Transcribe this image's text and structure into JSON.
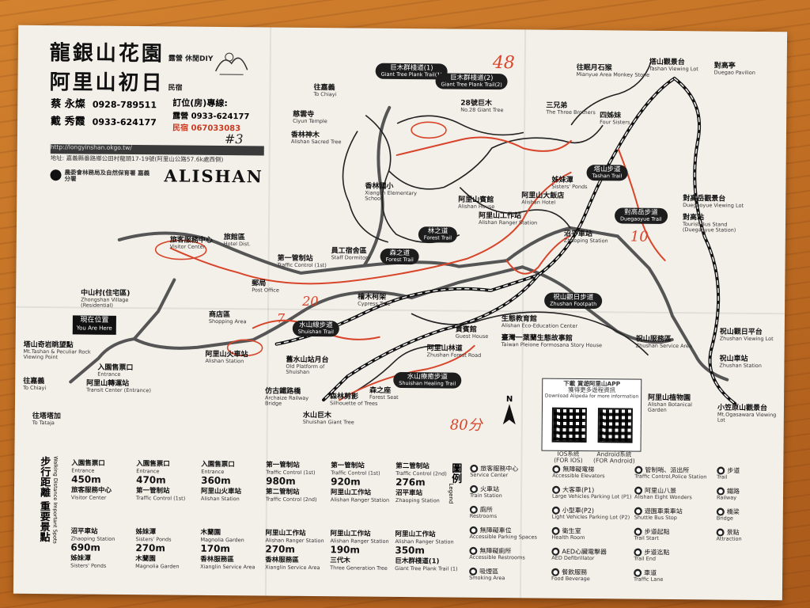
{
  "header": {
    "brand_line1": "龍銀山花園",
    "brand_line1_tag": "露營 休閒DIY",
    "brand_line2": "阿里山初日",
    "brand_line2_tag": "民宿",
    "contact1_name": "蔡 永燦",
    "contact1_phone": "0928-789511",
    "contact2_name": "戴 秀霞",
    "contact2_phone": "0933-624177",
    "booking_label": "訂位(房)專線:",
    "booking_line1": "露營 0933-624177",
    "booking_line2": "民宿 067033083",
    "handwritten_no": "#3",
    "url": "http://longyinshan.okgo.tw/",
    "address": "地址: 嘉義縣番路鄉公田村龍頭17-19號(阿里山公路57.6k處西側)",
    "agency": "農委會林務局及自然保育署 嘉義分署",
    "map_title": "ALISHAN"
  },
  "map_labels": [
    {
      "zh": "巨木群棧道(1)",
      "en": "Giant Tree Plank Trail(1)"
    },
    {
      "zh": "巨木群棧道(2)",
      "en": "Giant Tree Plank Trail(2)"
    },
    {
      "zh": "往眠月石猴",
      "en": "Mianyue Area Monkey Stone"
    },
    {
      "zh": "塔山觀景台",
      "en": "Tashan Viewing Lot"
    },
    {
      "zh": "對高亭",
      "en": "Duegao Pavilion"
    },
    {
      "zh": "往嘉義",
      "en": "To Chiayi"
    },
    {
      "zh": "慈雲寺",
      "en": "Ciyun Temple"
    },
    {
      "zh": "香林神木",
      "en": "Alishan Sacred Tree"
    },
    {
      "zh": "28號巨木",
      "en": "No.28 Giant Tree"
    },
    {
      "zh": "三兄弟",
      "en": "The Three Brothers"
    },
    {
      "zh": "四姊妹",
      "en": "Four Sisters"
    },
    {
      "zh": "香林國小",
      "en": "Xianglin Elementary School"
    },
    {
      "zh": "阿里山賓館",
      "en": "Alishan House"
    },
    {
      "zh": "姊妹潭",
      "en": "Sisters' Ponds"
    },
    {
      "zh": "塔山步道",
      "en": "Tashan Trail"
    },
    {
      "zh": "對高岳步道",
      "en": "Duegaoyue Trail"
    },
    {
      "zh": "對高岳觀景台",
      "en": "Duegaoyue Viewing Lot"
    },
    {
      "zh": "對高站",
      "en": "Tourist Bus Stand (Duegaoyue Station)"
    },
    {
      "zh": "旅客服務中心",
      "en": "Visitor Center"
    },
    {
      "zh": "旅館區",
      "en": "Hotel Dist."
    },
    {
      "zh": "中山村(住宅區)",
      "en": "Zhongshan Village (Residential)"
    },
    {
      "zh": "第一管制站",
      "en": "Traffic Control (1st)"
    },
    {
      "zh": "員工宿舍區",
      "en": "Staff Dormitory"
    },
    {
      "zh": "森之道",
      "en": "Forest Trail"
    },
    {
      "zh": "林之道",
      "en": "Forest Trail"
    },
    {
      "zh": "阿里山工作站",
      "en": "Alishan Ranger Station"
    },
    {
      "zh": "阿里山大飯店",
      "en": "Alishan Hotel"
    },
    {
      "zh": "沼平車站",
      "en": "Zhaoping Station"
    },
    {
      "zh": "祝山觀日步道",
      "en": "Zhushan Footpath"
    },
    {
      "zh": "現在位置",
      "en": "You Are Here"
    },
    {
      "zh": "塔山奇岩眺望點",
      "en": "Mt.Tashan & Peculiar Rock Viewing Point"
    },
    {
      "zh": "往嘉義",
      "en": "To Chiayi"
    },
    {
      "zh": "往塔塔加",
      "en": "To Tataja"
    },
    {
      "zh": "阿里山轉運站",
      "en": "Transit Center (Entrance)"
    },
    {
      "zh": "入園售票口",
      "en": "Entrance"
    },
    {
      "zh": "阿里山火車站",
      "en": "Alishan Station"
    },
    {
      "zh": "商店區",
      "en": "Shopping Area"
    },
    {
      "zh": "郵局",
      "en": "Post Office"
    },
    {
      "zh": "檜木柯架",
      "en": "Cypress Tree"
    },
    {
      "zh": "水山線步道",
      "en": "Shuishan Trail"
    },
    {
      "zh": "舊水山站月台",
      "en": "Old Platform of Shuishan"
    },
    {
      "zh": "水山療癒步道",
      "en": "Shuishan Healing Trail"
    },
    {
      "zh": "仿古鐵路橋",
      "en": "Archaize Railway Bridge"
    },
    {
      "zh": "森林剪影",
      "en": "Silhouette of Trees"
    },
    {
      "zh": "水山巨木",
      "en": "Shuishan Giant Tree"
    },
    {
      "zh": "森之座",
      "en": "Forest Seat"
    },
    {
      "zh": "貴賓館",
      "en": "Guest House"
    },
    {
      "zh": "阿里山林道",
      "en": "Zhushan Forest Road"
    },
    {
      "zh": "生態教育館",
      "en": "Alishan Eco-Education Center"
    },
    {
      "zh": "臺灣一葉蘭生態故事館",
      "en": "Taiwan Pleione Formosana Story House"
    },
    {
      "zh": "祝山服務區",
      "en": "Zhushan Service Area"
    },
    {
      "zh": "祝山車站",
      "en": "Zhushan Station"
    },
    {
      "zh": "小笠原山觀景台",
      "en": "Mt.Ogasawara Viewing Lot"
    },
    {
      "zh": "阿里山植物園",
      "en": "Alishan Botanical Garden"
    },
    {
      "zh": "祝山觀日平台",
      "en": "Zhushan Viewing Lot"
    }
  ],
  "app_box": {
    "line1": "下載 賞遊阿里山APP",
    "line2": "獲得更多遊程資訊",
    "line3": "Download Alipeda for more information",
    "ios": "IOS系統",
    "ios_en": "(FOR IOS)",
    "android": "Android系統",
    "android_en": "(FOR Android)"
  },
  "distance_panel": {
    "title": "步行距離 重要景點",
    "subtitle": "Walking Distance Important Spots",
    "rows": [
      [
        {
          "from": "入園售票口",
          "from_en": "Entrance",
          "len": "450m",
          "to": "旅客服務中心",
          "to_en": "Visitor Center"
        },
        {
          "from": "入園售票口",
          "from_en": "Entrance",
          "len": "470m",
          "to": "第一管制站",
          "to_en": "Traffic Control (1st)"
        },
        {
          "from": "入園售票口",
          "from_en": "Entrance",
          "len": "360m",
          "to": "阿里山火車站",
          "to_en": "Alishan Station"
        },
        {
          "from": "第一管制站",
          "from_en": "Traffic Control (1st)",
          "len": "980m",
          "to": "第二管制站",
          "to_en": "Traffic Control (2nd)"
        },
        {
          "from": "第一管制站",
          "from_en": "Traffic Control (1st)",
          "len": "920m",
          "to": "阿里山工作站",
          "to_en": "Alishan Ranger Station"
        },
        {
          "from": "第二管制站",
          "from_en": "Traffic Control (2nd)",
          "len": "276m",
          "to": "沼平車站",
          "to_en": "Zhaoping Station"
        }
      ],
      [
        {
          "from": "沼平車站",
          "from_en": "Zhaoping Station",
          "len": "690m",
          "to": "姊妹潭",
          "to_en": "Sisters' Ponds"
        },
        {
          "from": "姊妹潭",
          "from_en": "Sisters' Ponds",
          "len": "270m",
          "to": "木蘭園",
          "to_en": "Magnolia Garden"
        },
        {
          "from": "木蘭園",
          "from_en": "Magnolia Garden",
          "len": "170m",
          "to": "香林服務區",
          "to_en": "Xianglin Service Area"
        },
        {
          "from": "阿里山工作站",
          "from_en": "Alishan Ranger Station",
          "len": "270m",
          "to": "香林服務區",
          "to_en": "Xianglin Service Area"
        },
        {
          "from": "阿里山工作站",
          "from_en": "Alishan Ranger Station",
          "len": "190m",
          "to": "三代木",
          "to_en": "Three Generation Tree"
        },
        {
          "from": "阿里山工作站",
          "from_en": "Alishan Ranger Station",
          "len": "350m",
          "to": "巨木群棧道(1)",
          "to_en": "Giant Tree Plank Trail (1)"
        }
      ]
    ]
  },
  "legend": {
    "title": "圖例",
    "title_en": "Legend",
    "items": [
      {
        "icon": "info-icon",
        "zh": "旅客服務中心",
        "en": "Service Center"
      },
      {
        "icon": "train-icon",
        "zh": "火車站",
        "en": "Train Station"
      },
      {
        "icon": "restroom-icon",
        "zh": "廁所",
        "en": "Restrooms"
      },
      {
        "icon": "accessible-parking-icon",
        "zh": "無障礙車位",
        "en": "Accessible Parking Spaces"
      },
      {
        "icon": "accessible-restroom-icon",
        "zh": "無障礙廁所",
        "en": "Accessible Restrooms"
      },
      {
        "icon": "smoking-icon",
        "zh": "吸煙區",
        "en": "Smoking Area"
      },
      {
        "icon": "elevator-icon",
        "zh": "無障礙電梯",
        "en": "Accessible Elevators"
      },
      {
        "icon": "parking-large-icon",
        "zh": "大客車(P1)",
        "en": "Large Vehicles Parking Lot (P1)"
      },
      {
        "icon": "parking-small-icon",
        "zh": "小型車(P2)",
        "en": "Light Vehicles Parking Lot (P2)"
      },
      {
        "icon": "health-icon",
        "zh": "衛生室",
        "en": "Health Room"
      },
      {
        "icon": "aed-icon",
        "zh": "AED心臟電擊器",
        "en": "AED Defibrillator"
      },
      {
        "icon": "food-icon",
        "zh": "餐飲服務",
        "en": "Food Beverage"
      },
      {
        "icon": "police-icon",
        "zh": "管制哨、派出所",
        "en": "Traffic Control,Police Station"
      },
      {
        "icon": "eight-wonders-icon",
        "zh": "阿里山八景",
        "en": "Alishan Eight Wonders"
      },
      {
        "icon": "bus-stop-icon",
        "zh": "遊園車乘車站",
        "en": "Shuttle Bus Stop"
      },
      {
        "icon": "trail-start-icon",
        "zh": "步道起點",
        "en": "Trail Start"
      },
      {
        "icon": "trail-end-icon",
        "zh": "步道迄點",
        "en": "Trail End"
      },
      {
        "icon": "traffic-lane-icon",
        "zh": "車道",
        "en": "Traffic Lane"
      },
      {
        "icon": "trail-icon",
        "zh": "步道",
        "en": "Trail"
      },
      {
        "icon": "railway-icon",
        "zh": "鐵路",
        "en": "Railway"
      },
      {
        "icon": "bridge-icon",
        "zh": "橋梁",
        "en": "Bridge"
      },
      {
        "icon": "attraction-icon",
        "zh": "景點",
        "en": "Attraction"
      }
    ]
  },
  "handwritten": {
    "note_1": "48",
    "note_2": "10",
    "note_3": "20",
    "note_4": "7",
    "note_5": "80分"
  },
  "colors": {
    "paper": "#f3f0ea",
    "ink": "#1a1a1a",
    "marker_red": "#d8452a",
    "wood": "#c16f24"
  }
}
